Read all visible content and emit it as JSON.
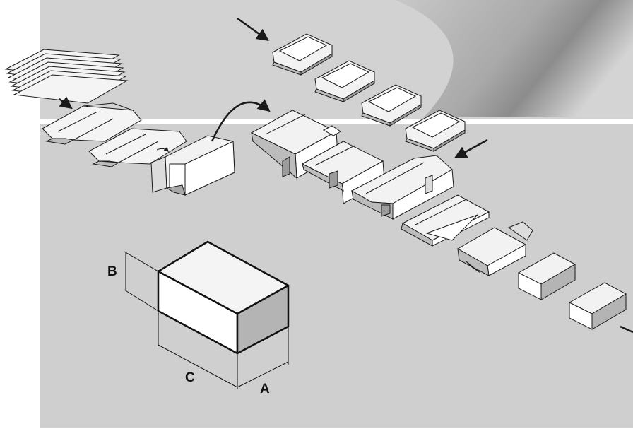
{
  "diagram": {
    "colors": {
      "background_panel": "#cfcfcf",
      "panel_light": "#dcdcdc",
      "box_top": "#f2f2f2",
      "box_front": "#ffffff",
      "box_side": "#b4b4b4",
      "stroke": "#1a1a1a",
      "divider": "#ffffff"
    },
    "dimension_labels": {
      "a": "A",
      "b": "B",
      "c": "C"
    },
    "process_arrows": [
      {
        "id": "blank-feed-arrow"
      },
      {
        "id": "carton-transfer-arrow"
      },
      {
        "id": "product-infeed-arrow-top"
      },
      {
        "id": "product-infeed-arrow-mid"
      },
      {
        "id": "outfeed-arrow"
      }
    ]
  }
}
